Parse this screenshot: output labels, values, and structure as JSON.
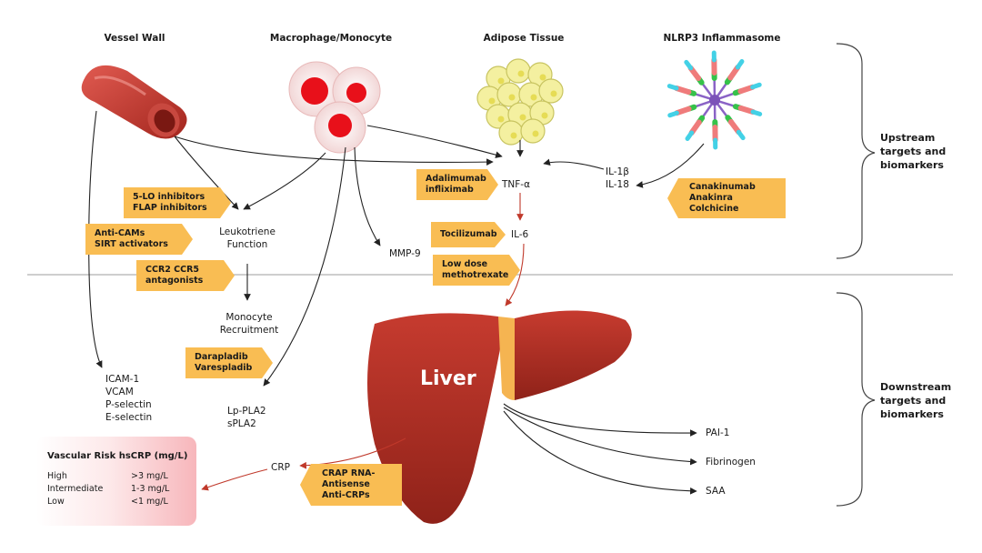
{
  "columns": {
    "vessel_wall": "Vessel Wall",
    "macrophage": "Macrophage/Monocyte",
    "adipose": "Adipose Tissue",
    "nlrp3": "NLRP3 Inflammasome"
  },
  "sections": {
    "upstream": "Upstream\ntargets and\nbiomarkers",
    "downstream": "Downstream\ntargets and\nbiomarkers"
  },
  "nodes": {
    "tnf": "TNF-α",
    "il1": "IL-1β\nIL-18",
    "il6": "IL-6",
    "leukotriene": "Leukotriene\nFunction",
    "mmp9": "MMP-9",
    "monocyte": "Monocyte\nRecruitment",
    "icam": "ICAM-1\nVCAM\nP-selectin\nE-selectin",
    "lppla2": "Lp-PLA2\nsPLA2",
    "crp": "CRP",
    "pai1": "PAI-1",
    "fibrinogen": "Fibrinogen",
    "saa": "SAA",
    "liver": "Liver"
  },
  "drugs": {
    "lo_inhibitors": "5-LO inhibitors\nFLAP inhibitors",
    "anti_cams": "Anti-CAMs\nSIRT activators",
    "ccr": "CCR2 CCR5\nantagonists",
    "darapladib": "Darapladib\nVarespladib",
    "adalimumab": "Adalimumab\ninfliximab",
    "tocilizumab": "Tocilizumab",
    "methotrexate": "Low dose\nmethotrexate",
    "canakinumab": "Canakinumab\nAnakinra\nColchicine",
    "crap": "CRAP RNA-\nAntisense\nAnti-CRPs"
  },
  "risk": {
    "title": "Vascular Risk hsCRP (mg/L)",
    "rows": [
      {
        "label": "High",
        "value": ">3  mg/L"
      },
      {
        "label": "Intermediate",
        "value": "1-3 mg/L"
      },
      {
        "label": "Low",
        "value": "<1  mg/L"
      }
    ]
  },
  "colors": {
    "drug_tag": "#f9bd53",
    "arrow": "#222222",
    "arrow_red": "#c0392b",
    "liver": "#b8352b",
    "divider": "#bdbdbd"
  }
}
